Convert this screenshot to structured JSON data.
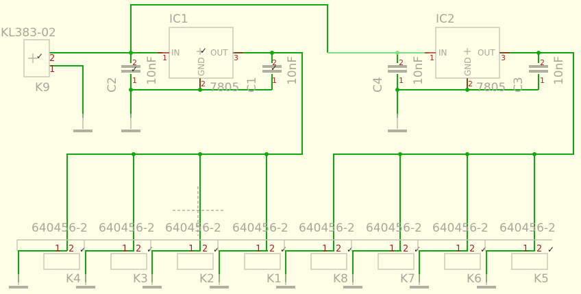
{
  "regulators": [
    {
      "name": "IC1",
      "value": "7805",
      "pins": {
        "in": "IN",
        "out": "OUT",
        "gnd": "GND",
        "in_num": "1",
        "out_num": "3",
        "gnd_num": "2"
      }
    },
    {
      "name": "IC2",
      "value": "7805",
      "pins": {
        "in": "IN",
        "out": "OUT",
        "gnd": "GND",
        "in_num": "1",
        "out_num": "3",
        "gnd_num": "2"
      }
    }
  ],
  "capacitors": [
    {
      "name": "C2",
      "value": "10nF",
      "pin_top": "2",
      "pin_bottom": "1"
    },
    {
      "name": "C1",
      "value": "10nF",
      "pin_top": "2",
      "pin_bottom": "1"
    },
    {
      "name": "C4",
      "value": "10nF",
      "pin_top": "2",
      "pin_bottom": "1"
    },
    {
      "name": "C3",
      "value": "10nF",
      "pin_top": "2",
      "pin_bottom": "1"
    }
  ],
  "input_connector": {
    "name": "K9",
    "value": "KL383-02",
    "pin_top": "2",
    "pin_bottom": "1"
  },
  "output_connectors": [
    {
      "name": "K4",
      "value": "640456-2",
      "pin1": "1",
      "pin2": "2"
    },
    {
      "name": "K3",
      "value": "640456-2",
      "pin1": "1",
      "pin2": "2"
    },
    {
      "name": "K2",
      "value": "640456-2",
      "pin1": "1",
      "pin2": "2"
    },
    {
      "name": "K1",
      "value": "640456-2",
      "pin1": "1",
      "pin2": "2"
    },
    {
      "name": "K8",
      "value": "640456-2",
      "pin1": "1",
      "pin2": "2"
    },
    {
      "name": "K7",
      "value": "640456-2",
      "pin1": "1",
      "pin2": "2"
    },
    {
      "name": "K6",
      "value": "640456-2",
      "pin1": "1",
      "pin2": "2"
    },
    {
      "name": "K5",
      "value": "640456-2",
      "pin1": "1",
      "pin2": "2"
    }
  ],
  "colors": {
    "background": "#ffffe8",
    "wire": "#10a810",
    "part_outline": "#c4c4b4",
    "pin_number": "#a82020",
    "part_text": "#a8a898"
  }
}
